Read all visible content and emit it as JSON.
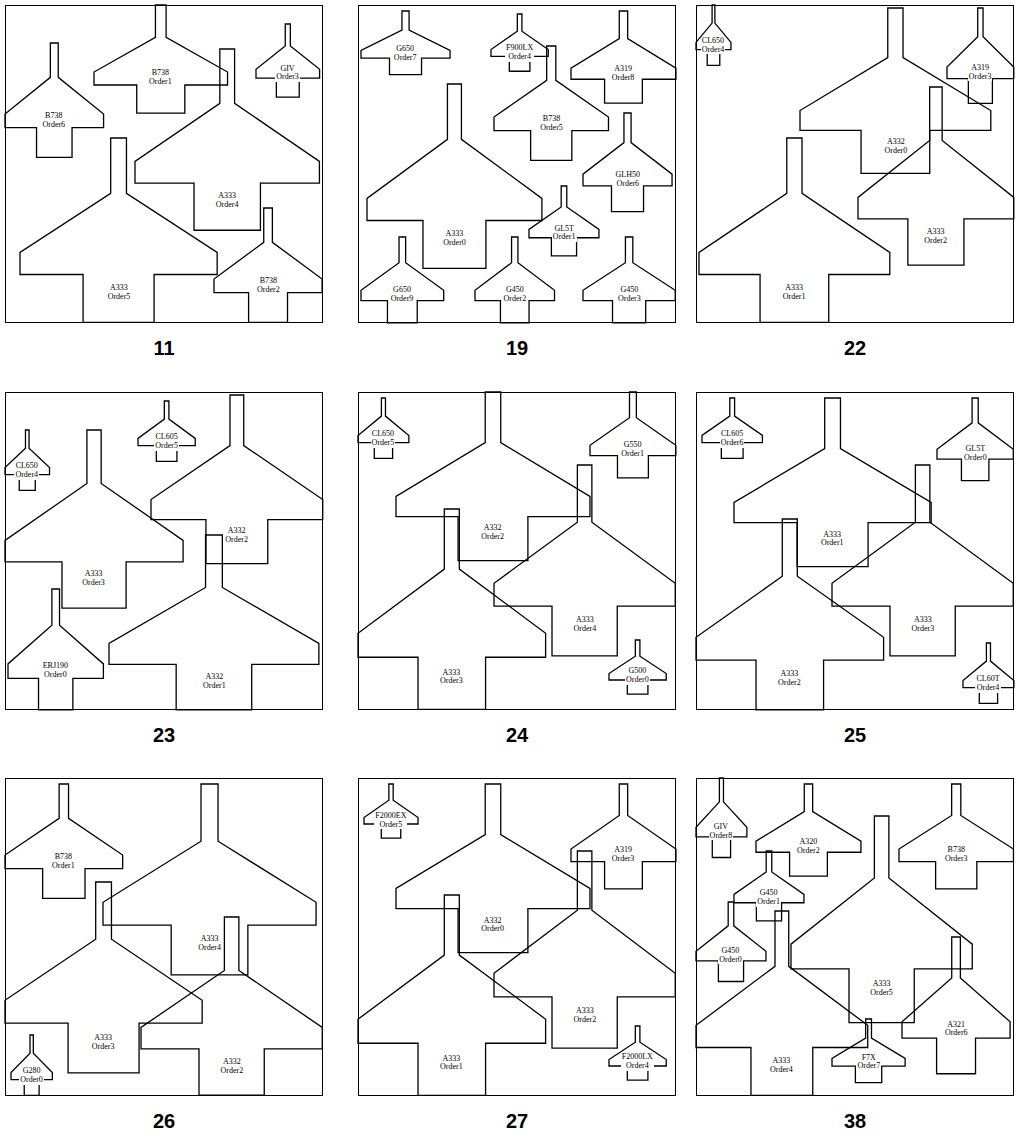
{
  "diagram": {
    "nodes": [
      {
        "text": [
          "11"
        ]
      },
      {
        "text": [
          "B738",
          "Order6"
        ],
        "in": 0
      },
      {
        "text": [
          "B738",
          "Order1"
        ],
        "in": 0
      },
      {
        "text": [
          "GIV",
          "Order3"
        ],
        "in": 0
      },
      {
        "text": [
          "A333",
          "Order4"
        ],
        "in": 0
      },
      {
        "text": [
          "A333",
          "Order5"
        ],
        "in": 0
      },
      {
        "text": [
          "B738",
          "Order2"
        ],
        "in": 0
      },
      {
        "text": [
          "19"
        ]
      },
      {
        "text": [
          "G650",
          "Order7"
        ],
        "in": 7
      },
      {
        "text": [
          "F900LX",
          "Order4"
        ],
        "in": 7
      },
      {
        "text": [
          "A319",
          "Order8"
        ],
        "in": 7
      },
      {
        "text": [
          "B738",
          "Order5"
        ],
        "in": 7
      },
      {
        "text": [
          "A333",
          "Order0"
        ],
        "in": 7
      },
      {
        "text": [
          "GLH50",
          "Order6"
        ],
        "in": 7
      },
      {
        "text": [
          "GL5T",
          "Order1"
        ],
        "in": 7
      },
      {
        "text": [
          "G650",
          "Order9"
        ],
        "in": 7
      },
      {
        "text": [
          "G450",
          "Order2"
        ],
        "in": 7
      },
      {
        "text": [
          "G450",
          "Order3"
        ],
        "in": 7
      },
      {
        "text": [
          "22"
        ]
      },
      {
        "text": [
          "CL650",
          "Order4"
        ],
        "in": 18
      },
      {
        "text": [
          "A332",
          "Order0"
        ],
        "in": 18
      },
      {
        "text": [
          "A319",
          "Order3"
        ],
        "in": 18
      },
      {
        "text": [
          "A333",
          "Order2"
        ],
        "in": 18
      },
      {
        "text": [
          "A333",
          "Order1"
        ],
        "in": 18
      },
      {
        "text": [
          "23"
        ]
      },
      {
        "text": [
          "CL650",
          "Order4"
        ],
        "in": 24
      },
      {
        "text": [
          "CL605",
          "Order5"
        ],
        "in": 24
      },
      {
        "text": [
          "A332",
          "Order2"
        ],
        "in": 24
      },
      {
        "text": [
          "A333",
          "Order3"
        ],
        "in": 24
      },
      {
        "text": [
          "ERJ190",
          "Order0"
        ],
        "in": 24
      },
      {
        "text": [
          "A332",
          "Order1"
        ],
        "in": 24
      },
      {
        "text": [
          "24"
        ]
      },
      {
        "text": [
          "CL650",
          "Order5"
        ],
        "in": 31
      },
      {
        "text": [
          "G550",
          "Order1"
        ],
        "in": 31
      },
      {
        "text": [
          "A332",
          "Order2"
        ],
        "in": 31
      },
      {
        "text": [
          "A333",
          "Order4"
        ],
        "in": 31
      },
      {
        "text": [
          "A333",
          "Order3"
        ],
        "in": 31
      },
      {
        "text": [
          "G500",
          "Order0"
        ],
        "in": 31
      },
      {
        "text": [
          "25"
        ]
      },
      {
        "text": [
          "CL605",
          "Order6"
        ],
        "in": 38
      },
      {
        "text": [
          "A333",
          "Order1"
        ],
        "in": 38
      },
      {
        "text": [
          "GL5T",
          "Order0"
        ],
        "in": 38
      },
      {
        "text": [
          "A333",
          "Order3"
        ],
        "in": 38
      },
      {
        "text": [
          "A333",
          "Order2"
        ],
        "in": 38
      },
      {
        "text": [
          "CL60T",
          "Order4"
        ],
        "in": 38
      },
      {
        "text": [
          "26"
        ]
      },
      {
        "text": [
          "B738",
          "Order1"
        ],
        "in": 45
      },
      {
        "text": [
          "A333",
          "Order4"
        ],
        "in": 45
      },
      {
        "text": [
          "A333",
          "Order3"
        ],
        "in": 45
      },
      {
        "text": [
          "A332",
          "Order2"
        ],
        "in": 45
      },
      {
        "text": [
          "G280",
          "Order0"
        ],
        "in": 45
      },
      {
        "text": [
          "27"
        ]
      },
      {
        "text": [
          "F2000EX",
          "Order5"
        ],
        "in": 51
      },
      {
        "text": [
          "A332",
          "Order0"
        ],
        "in": 51
      },
      {
        "text": [
          "A319",
          "Order3"
        ],
        "in": 51
      },
      {
        "text": [
          "A333",
          "Order2"
        ],
        "in": 51
      },
      {
        "text": [
          "A333",
          "Order1"
        ],
        "in": 51
      },
      {
        "text": [
          "F2000LX",
          "Order4"
        ],
        "in": 51
      },
      {
        "text": [
          "38"
        ]
      },
      {
        "text": [
          "GIV",
          "Order8"
        ],
        "in": 58
      },
      {
        "text": [
          "A320",
          "Order2"
        ],
        "in": 58
      },
      {
        "text": [
          "B738",
          "Order3"
        ],
        "in": 58
      },
      {
        "text": [
          "G450",
          "Order1"
        ],
        "in": 58
      },
      {
        "text": [
          "A333",
          "Order5"
        ],
        "in": 58
      },
      {
        "text": [
          "G450",
          "Order0"
        ],
        "in": 58
      },
      {
        "text": [
          "A333",
          "Order4"
        ],
        "in": 58
      },
      {
        "text": [
          "F7X",
          "Order7"
        ],
        "in": 58
      },
      {
        "text": [
          "A321",
          "Order6"
        ],
        "in": 58
      }
    ]
  }
}
